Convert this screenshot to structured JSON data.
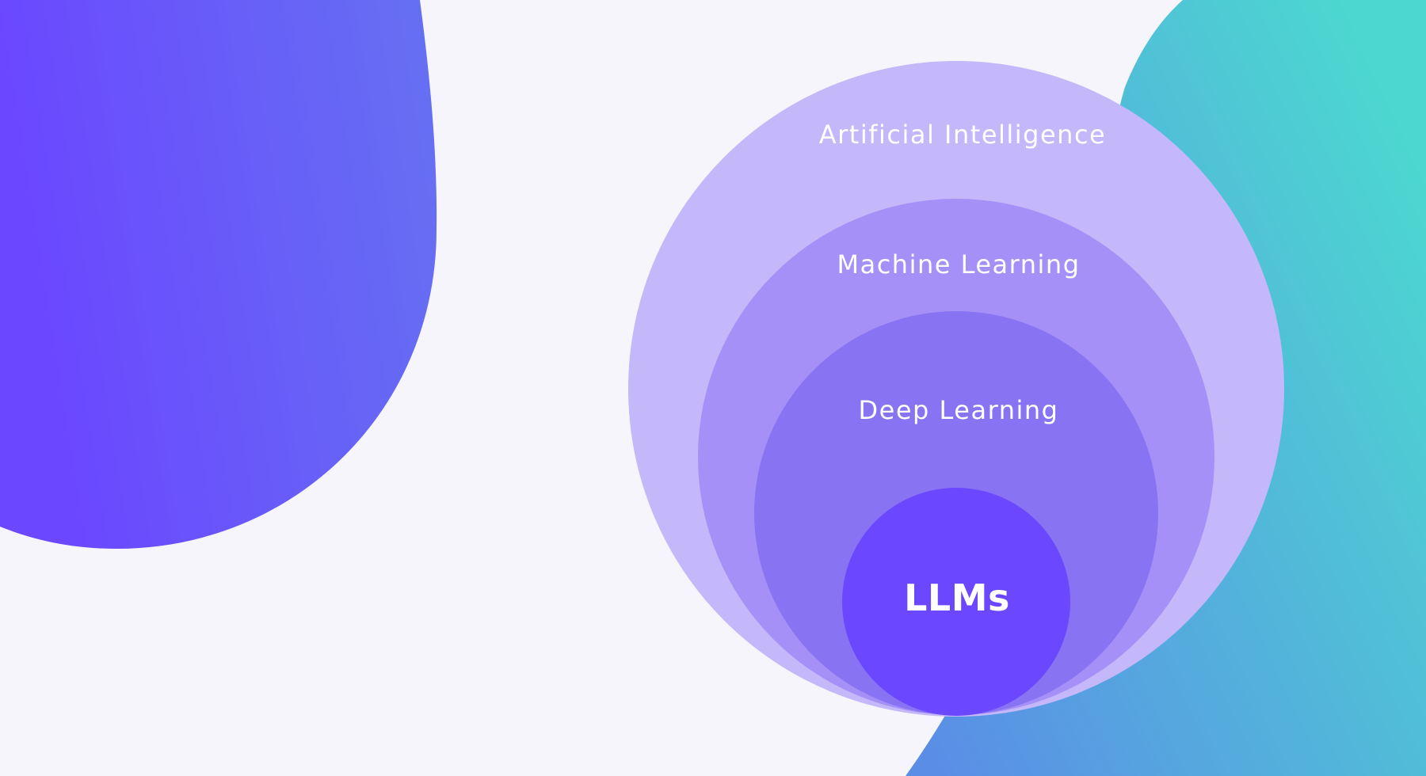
{
  "diagram": {
    "rings": [
      {
        "id": "ai",
        "label": "Artificial Intelligence",
        "color": "#c4b7fa"
      },
      {
        "id": "ml",
        "label": "Machine Learning",
        "color": "#a590f7"
      },
      {
        "id": "dl",
        "label": "Deep Learning",
        "color": "#8873f2"
      },
      {
        "id": "llm",
        "label": "LLMs",
        "color": "#6b47ff"
      }
    ]
  },
  "colors": {
    "background": "#f6f5fb",
    "left_blob_start": "#6b47ff",
    "left_blob_end": "#6571f2",
    "right_blob_start": "#4cd8d0",
    "right_blob_end": "#5a8ee6",
    "text": "#ffffff"
  }
}
